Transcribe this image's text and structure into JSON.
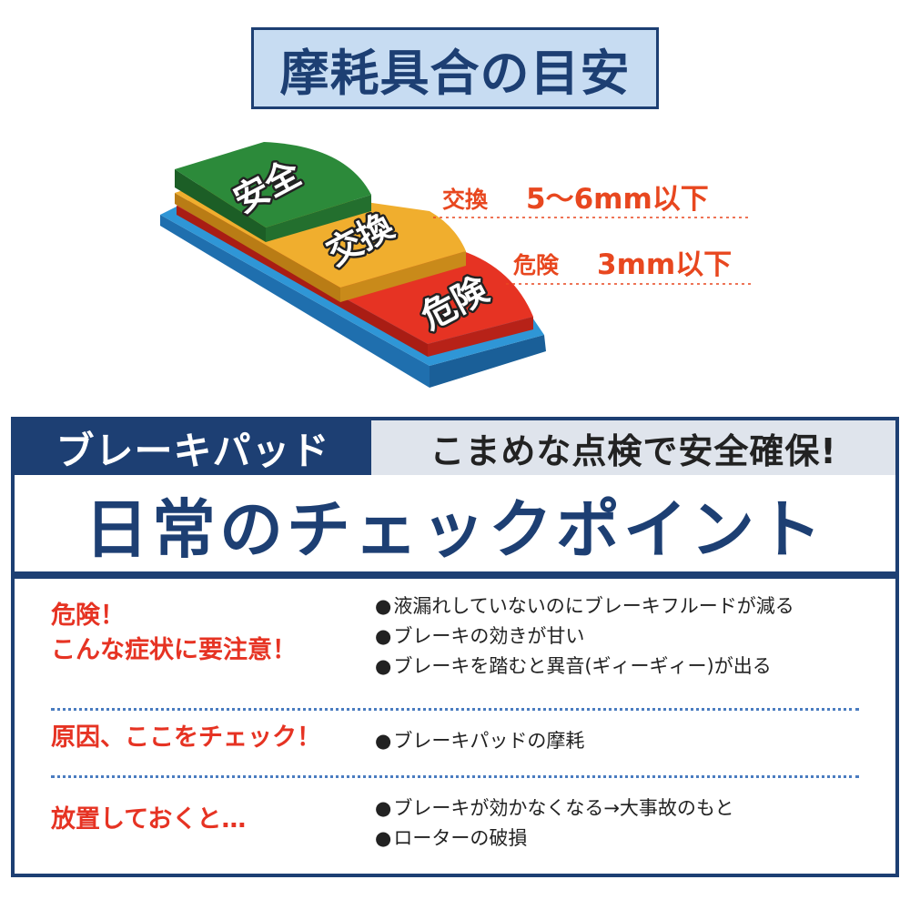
{
  "header": {
    "title": "摩耗具合の目安"
  },
  "pad": {
    "layers": [
      {
        "label": "安全",
        "color": "#2c8a3a"
      },
      {
        "label": "交換",
        "color": "#f0ae2e"
      },
      {
        "label": "危険",
        "color": "#e63323"
      }
    ],
    "backing_color": "#2f96d6",
    "specs": [
      {
        "status": "交換",
        "value": "5〜6mm以下"
      },
      {
        "status": "危険",
        "value": "3mm以下"
      }
    ]
  },
  "check": {
    "tab_left": "ブレーキパッド",
    "tab_right": "こまめな点検で安全確保!",
    "headline": "日常のチェックポイント",
    "sections": [
      {
        "label": [
          "危険！",
          "こんな症状に要注意！"
        ],
        "items": [
          "液漏れしていないのにブレーキフルードが減る",
          "ブレーキの効きが甘い",
          "ブレーキを踏むと異音(ギィーギィー)が出る"
        ]
      },
      {
        "label": [
          "原因、ここをチェック！"
        ],
        "items": [
          "ブレーキパッドの摩耗"
        ]
      },
      {
        "label": [
          "放置しておくと…"
        ],
        "items": [
          "ブレーキが効かなくなる→大事故のもと",
          "ローターの破損"
        ]
      }
    ]
  },
  "colors": {
    "navy": "#1d3f73",
    "title_bg": "#c7dcf2",
    "warning_red": "#e63323",
    "spec_orange": "#e8471f",
    "divider_blue": "#4a7cc0"
  }
}
